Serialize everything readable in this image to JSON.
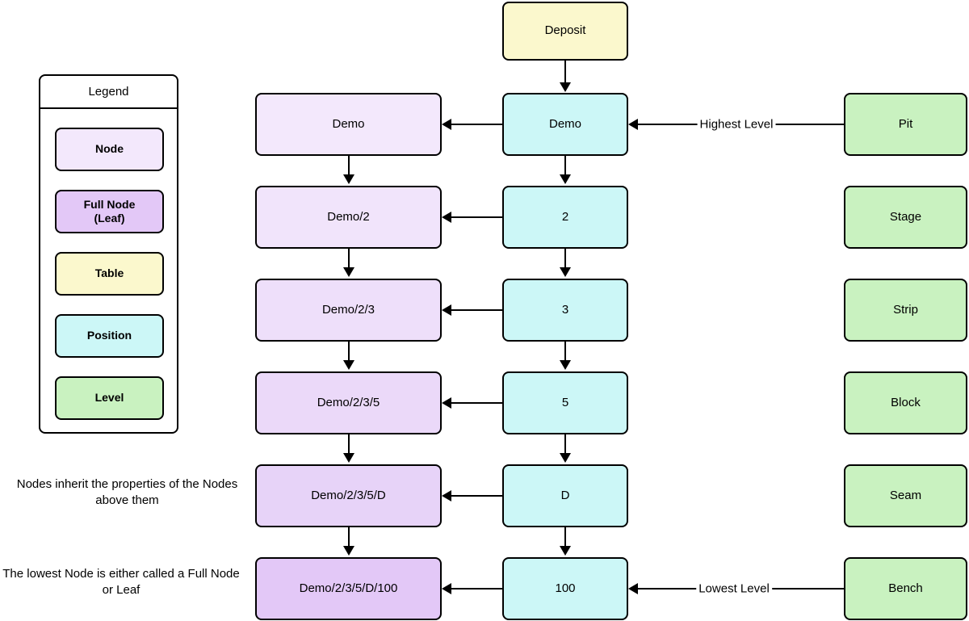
{
  "legend": {
    "title": "Legend",
    "items": [
      {
        "label": "Node",
        "color": "#f3e8fc"
      },
      {
        "label": "Full Node\n(Leaf)",
        "color": "#e3c8f7"
      },
      {
        "label": "Table",
        "color": "#fbf8cd"
      },
      {
        "label": "Position",
        "color": "#ccf7f7"
      },
      {
        "label": "Level",
        "color": "#c9f2c0"
      }
    ]
  },
  "notes": [
    {
      "text": "Nodes inherit the properties of the Nodes above them"
    },
    {
      "text": "The lowest Node is either called a Full Node or Leaf"
    }
  ],
  "table": {
    "label": "Deposit",
    "color": "#fbf8cd"
  },
  "nodes": [
    {
      "label": "Demo",
      "color": "#f3e8fc"
    },
    {
      "label": "Demo/2",
      "color": "#f1e4fb"
    },
    {
      "label": "Demo/2/3",
      "color": "#eedffa"
    },
    {
      "label": "Demo/2/3/5",
      "color": "#ebd9f9"
    },
    {
      "label": "Demo/2/3/5/D",
      "color": "#e7d3f8"
    },
    {
      "label": "Demo/2/3/5/D/100",
      "color": "#e3c8f7"
    }
  ],
  "positions": [
    {
      "label": "Demo",
      "color": "#ccf7f7"
    },
    {
      "label": "2",
      "color": "#ccf7f7"
    },
    {
      "label": "3",
      "color": "#ccf7f7"
    },
    {
      "label": "5",
      "color": "#ccf7f7"
    },
    {
      "label": "D",
      "color": "#ccf7f7"
    },
    {
      "label": "100",
      "color": "#ccf7f7"
    }
  ],
  "levels": [
    {
      "label": "Pit",
      "color": "#c9f2c0"
    },
    {
      "label": "Stage",
      "color": "#c9f2c0"
    },
    {
      "label": "Strip",
      "color": "#c9f2c0"
    },
    {
      "label": "Block",
      "color": "#c9f2c0"
    },
    {
      "label": "Seam",
      "color": "#c9f2c0"
    },
    {
      "label": "Bench",
      "color": "#c9f2c0"
    }
  ],
  "edge_labels": {
    "highest": "Highest Level",
    "lowest": "Lowest Level"
  }
}
